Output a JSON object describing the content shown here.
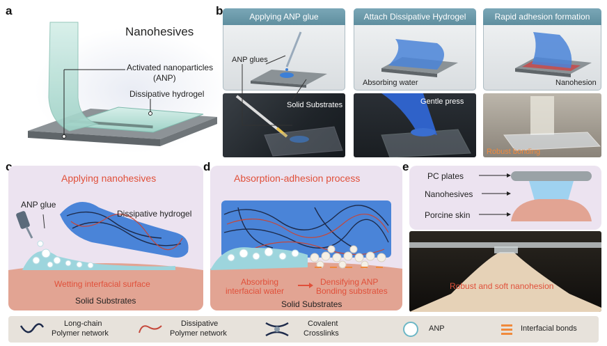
{
  "panel_labels": {
    "a": "a",
    "b": "b",
    "c": "c",
    "d": "d",
    "e": "e"
  },
  "panel_a": {
    "title": "Nanohesives",
    "anp_label_line1": "Activated nanoparticles",
    "anp_label_line2": "(ANP)",
    "hydrogel_label": "Dissipative hydrogel"
  },
  "panel_b": {
    "steps": [
      "Applying ANP glue",
      "Attach Dissipative Hydrogel",
      "Rapid adhesion formation"
    ],
    "anp_glues": "ANP glues",
    "solid_substrates": "Solid Substrates",
    "absorbing_water": "Absorbing water",
    "nanohesion": "Nanohesion",
    "gentle_press": "Gentle press",
    "robust_bonding": "Robust bonding"
  },
  "panel_c": {
    "title": "Applying nanohesives",
    "anp_glue": "ANP glue",
    "hydrogel": "Dissipative hydrogel",
    "wetting": "Wetting interfacial surface",
    "substrate": "Solid Substrates"
  },
  "panel_d": {
    "title": "Absorption-adhesion process",
    "absorb_line1": "Absorbing",
    "absorb_line2": "interfacial water",
    "densify_line1": "Densifying ANP",
    "densify_line2": "Bonding substrates",
    "substrate": "Solid Substrates"
  },
  "panel_e": {
    "pc_plates": "PC plates",
    "nanohesives": "Nanohesives",
    "porcine_skin": "Porcine skin",
    "photo_caption": "Robust and soft nanohesion"
  },
  "legend": {
    "long_chain_line1": "Long-chain",
    "long_chain_line2": "Polymer network",
    "dissipative_line1": "Dissipative",
    "dissipative_line2": "Polymer network",
    "covalent_line1": "Covalent",
    "covalent_line2": "Crosslinks",
    "anp": "ANP",
    "interfacial": "Interfacial bonds"
  },
  "colors": {
    "accent_red": "#e0503a",
    "hydrogel_blue": "#4a84d8",
    "substrate_pink": "#e2a493",
    "panel_lavender": "#ece3f0",
    "header_teal": "#6b99aa"
  }
}
